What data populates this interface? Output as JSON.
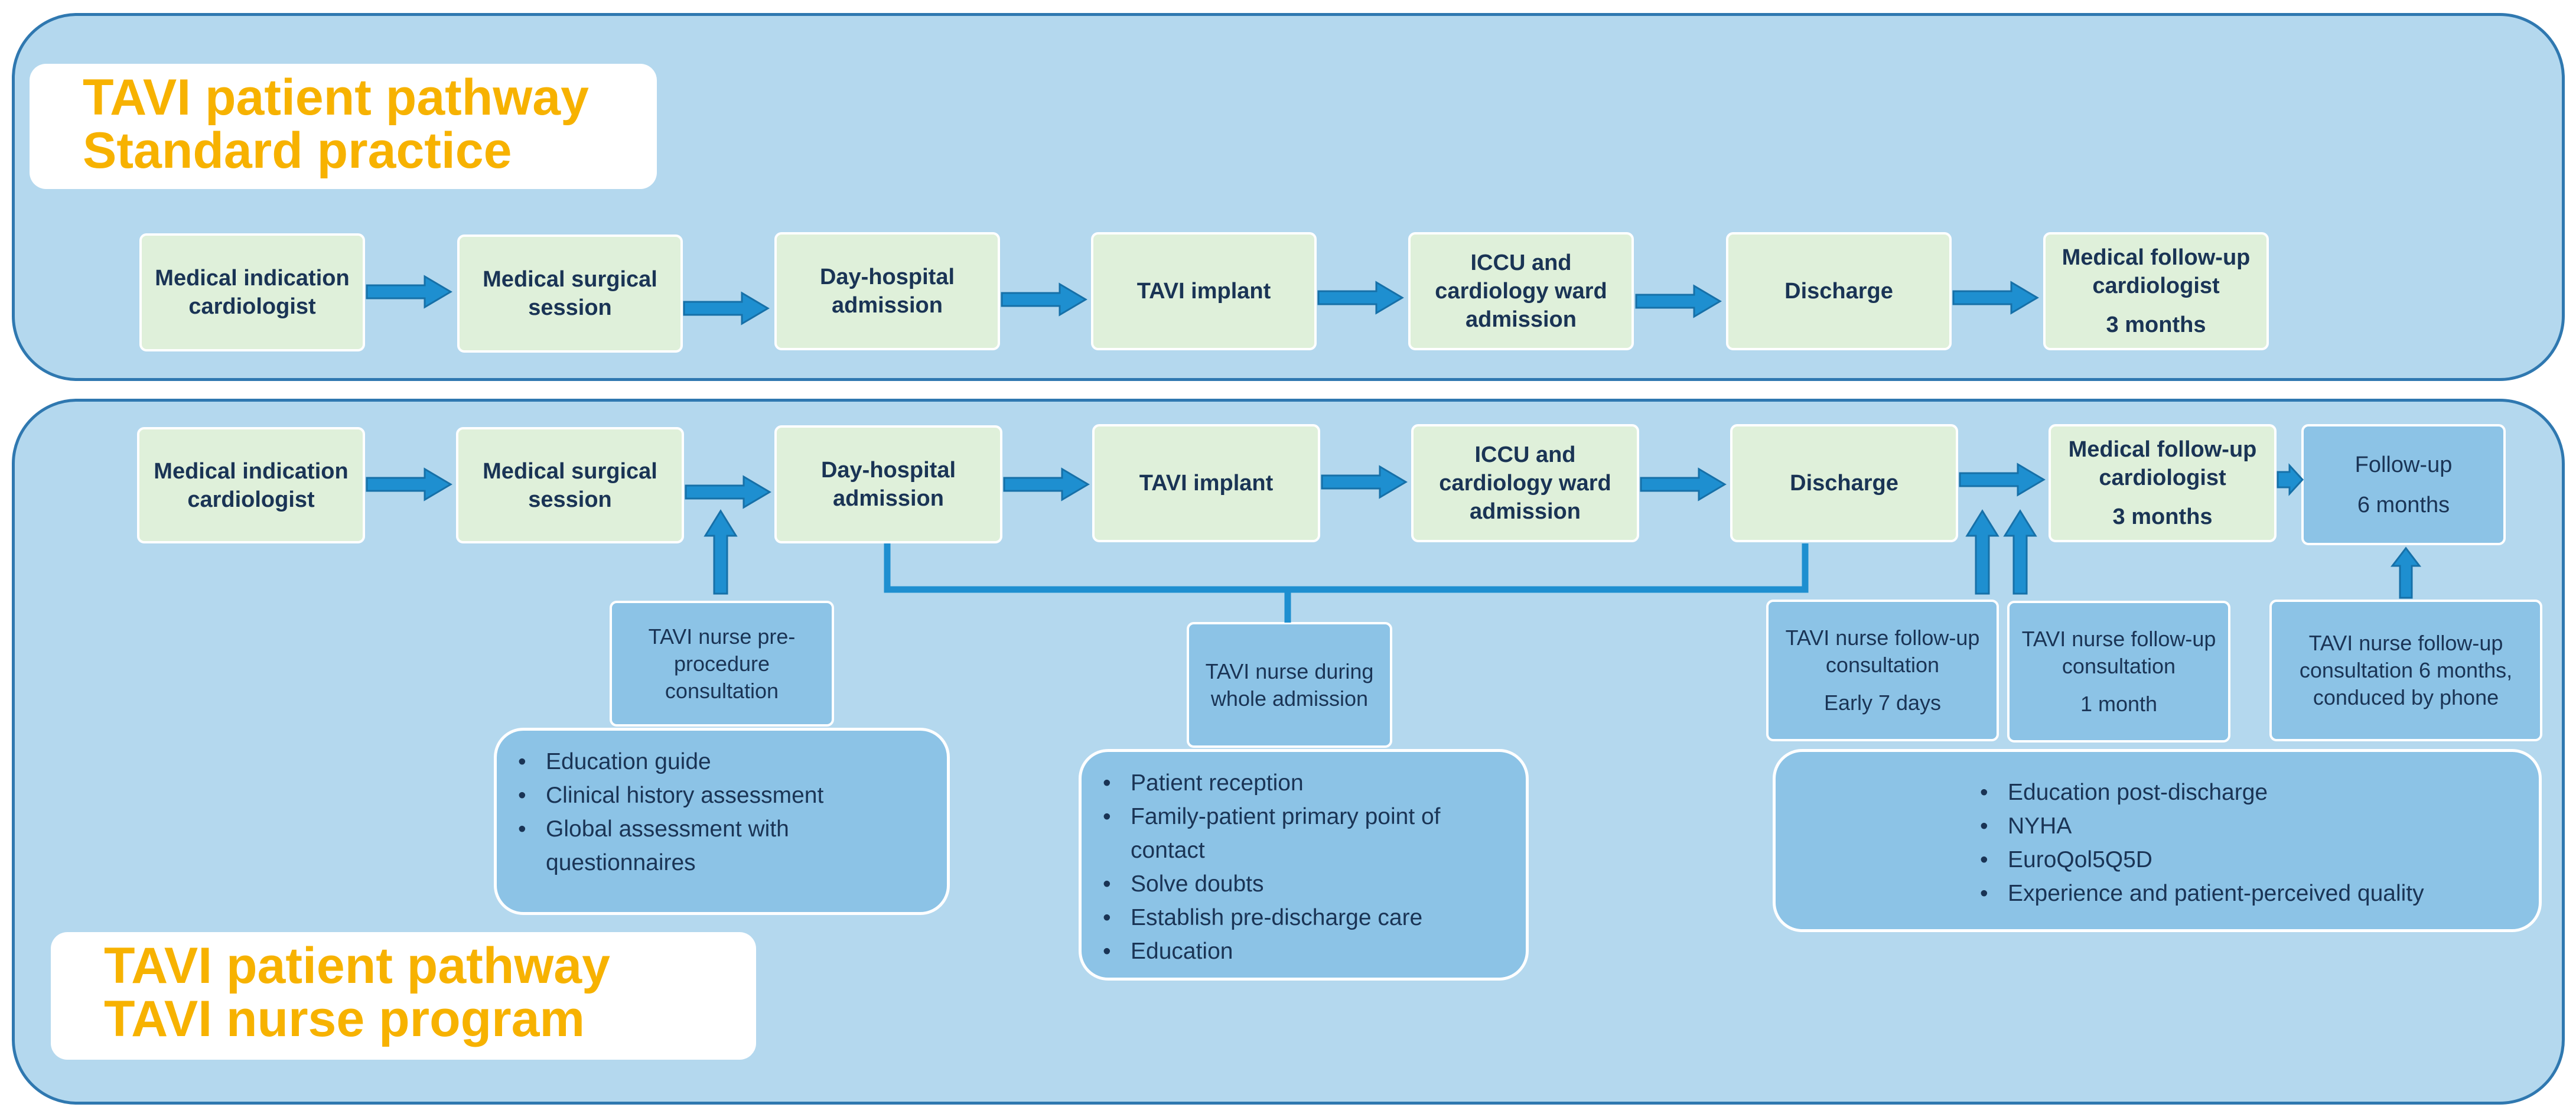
{
  "colors": {
    "panel_fill": "#b4d8ee",
    "panel_border": "#2f78b0",
    "step_fill": "#dff0da",
    "nurse_fill": "#8cc3e6",
    "arrow": "#1e8fd0",
    "title_text": "#f7b200",
    "body_text": "#1a3455"
  },
  "standard": {
    "title_line1": "TAVI patient pathway",
    "title_line2": "Standard practice",
    "steps": [
      {
        "label": "Medical indication cardiologist"
      },
      {
        "label": "Medical surgical session"
      },
      {
        "label": "Day-hospital admission"
      },
      {
        "label": "TAVI implant"
      },
      {
        "label": "ICCU and cardiology ward admission"
      },
      {
        "label": "Discharge"
      },
      {
        "label": "Medical follow-up cardiologist",
        "sublabel": "3 months"
      }
    ]
  },
  "nurse_program": {
    "title_line1": "TAVI patient pathway",
    "title_line2": "TAVI nurse program",
    "steps": [
      {
        "label": "Medical indication cardiologist"
      },
      {
        "label": "Medical surgical session"
      },
      {
        "label": "Day-hospital admission"
      },
      {
        "label": "TAVI implant"
      },
      {
        "label": "ICCU and cardiology ward admission"
      },
      {
        "label": "Discharge"
      },
      {
        "label": "Medical follow-up cardiologist",
        "sublabel": "3 months"
      },
      {
        "label": "Follow-up",
        "sublabel": "6 months"
      }
    ],
    "nurse_boxes": [
      {
        "label": "TAVI nurse pre-procedure consultation"
      },
      {
        "label": "TAVI nurse during whole admission"
      },
      {
        "label": "TAVI nurse follow-up consultation",
        "sublabel": "Early 7 days"
      },
      {
        "label": "TAVI nurse follow-up consultation",
        "sublabel": "1 month"
      },
      {
        "label": "TAVI nurse follow-up consultation 6 months, conduced by phone"
      }
    ],
    "bullet_groups": [
      {
        "items": [
          "Education guide",
          "Clinical history assessment",
          "Global assessment with questionnaires"
        ]
      },
      {
        "items": [
          "Patient reception",
          "Family-patient primary point of contact",
          "Solve doubts",
          "Establish pre-discharge care",
          "Education"
        ]
      },
      {
        "items": [
          "Education post-discharge",
          "NYHA",
          "EuroQol5Q5D",
          "Experience and patient-perceived quality"
        ]
      }
    ]
  }
}
